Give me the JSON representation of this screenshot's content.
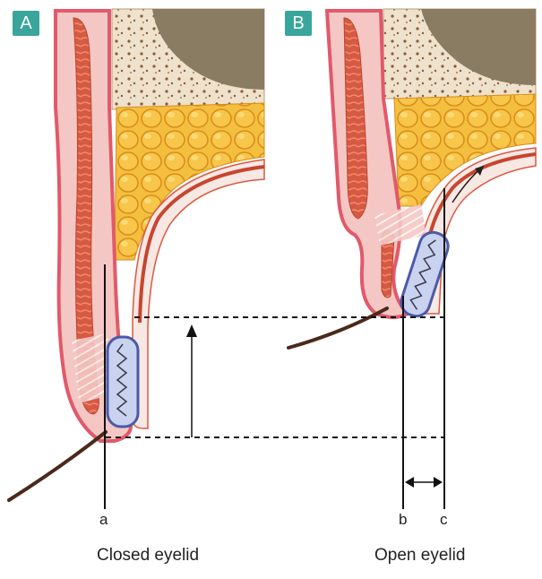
{
  "panels": [
    {
      "badge": "A",
      "caption": "Closed eyelid"
    },
    {
      "badge": "B",
      "caption": "Open eyelid"
    }
  ],
  "line_labels": {
    "a": "a",
    "b": "b",
    "c": "c"
  },
  "colors": {
    "badge": "#3aa59b",
    "skin_outer": "#e2596a",
    "skin_inner": "#f4c7c4",
    "muscle": "#d9593f",
    "fat": "#f2b233",
    "tarsus": "#4a5aa8",
    "tarsus_fill": "#c9d2ee",
    "bone": "#e6d8c0",
    "globe": "#8a7c63",
    "lash": "#4a2a1a"
  }
}
